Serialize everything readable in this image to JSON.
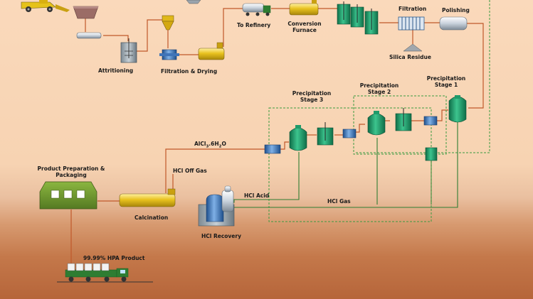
{
  "labels": {
    "attritioning": "Attritioning",
    "filtration_drying": "Filtration & Drying",
    "to_refinery": "To Refinery",
    "conversion_furnace": "Conversion Furnace",
    "filtration": "Filtration",
    "polishing": "Polishing",
    "silica_residue": "Silica Residue",
    "precip_stage_1": "Precipitation Stage 1",
    "precip_stage_2": "Precipitation Stage 2",
    "precip_stage_3": "Precipitation Stage 3",
    "alcl3": "AlCl",
    "alcl3_sub": "3",
    "alcl3_tail": ".6H",
    "alcl3_h2o_sub": "2",
    "alcl3_end": "O",
    "product_prep": "Product Preparation & Packaging",
    "hcl_off_gas": "HCl Off Gas",
    "hcl_acid": "HCl Acid",
    "hcl_gas": "HCl Gas",
    "calcination": "Calcination",
    "hcl_recovery": "HCl Recovery",
    "hpa_product": "99.99% HPA Product"
  },
  "colors": {
    "flow_line": "#c0582a",
    "recycle_line": "#2f7d32",
    "green_vessel": "#1f9a6a",
    "yellow_vessel": "#e0b81a",
    "blue_vessel": "#3f74b8",
    "building": "#6e9b2e"
  }
}
